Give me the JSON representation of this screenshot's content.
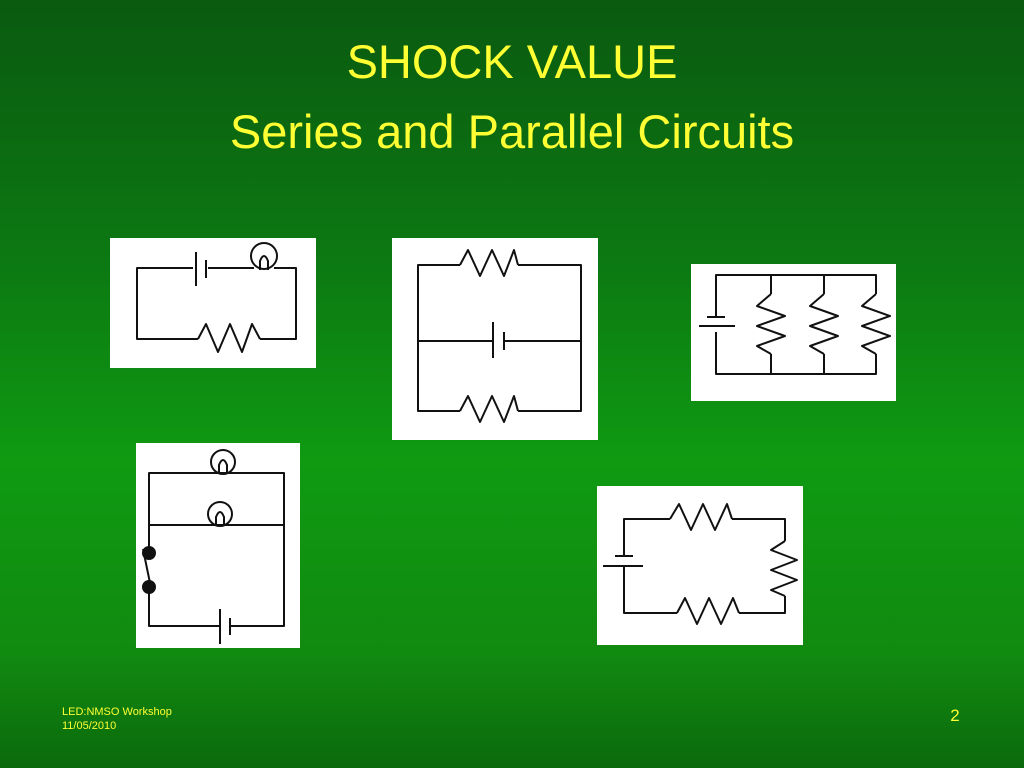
{
  "slide": {
    "title_line1": "SHOCK VALUE",
    "title_line2": "Series and Parallel Circuits",
    "footer_line1": "LED:NMSO Workshop",
    "footer_line2": "11/05/2010",
    "page_number": "2"
  },
  "colors": {
    "title_text": "#ffff33",
    "background_top": "#0a5a10",
    "background_middle": "#0f9a12",
    "panel": "#ffffff",
    "wire": "#111111"
  },
  "diagrams": [
    {
      "name": "series-battery-bulb-resistor",
      "components": [
        "battery-icon",
        "bulb-icon",
        "resistor-icon"
      ]
    },
    {
      "name": "parallel-two-resistors-battery",
      "components": [
        "resistor-icon",
        "battery-icon",
        "resistor-icon"
      ]
    },
    {
      "name": "parallel-three-resistors",
      "components": [
        "battery-icon",
        "resistor-icon",
        "resistor-icon",
        "resistor-icon"
      ]
    },
    {
      "name": "parallel-two-bulbs-switch",
      "components": [
        "bulb-icon",
        "bulb-icon",
        "switch-icon",
        "battery-icon"
      ]
    },
    {
      "name": "series-three-resistors",
      "components": [
        "battery-icon",
        "resistor-icon",
        "resistor-icon",
        "resistor-icon"
      ]
    }
  ]
}
